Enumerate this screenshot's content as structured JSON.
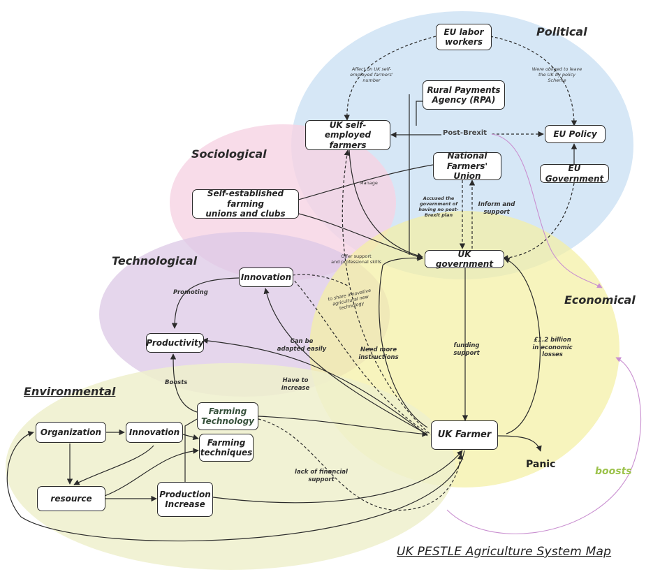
{
  "regions": {
    "political": "Political",
    "sociological": "Sociological",
    "technological": "Technological",
    "economical": "Economical",
    "environmental": "Environmental"
  },
  "nodes": {
    "eu_labor": "EU labor\nworkers",
    "rpa": "Rural Payments\nAgency (RPA)",
    "uk_self_employed": "UK self-employed\nfarmers",
    "eu_policy": "EU Policy",
    "nfu": "National\nFarmers' Union",
    "eu_government": "EU Government",
    "self_unions": "Self-established farming\nunions and clubs",
    "uk_government": "UK government",
    "innovation_tech": "Innovation",
    "productivity": "Productivity",
    "organization": "Organization",
    "innovation_env": "Innovation",
    "farming_technology": "Farming\nTechnology",
    "farming_techniques": "Farming\ntechniques",
    "resource": "resource",
    "production_increase": "Production\nIncrease",
    "uk_farmer": "UK Farmer"
  },
  "edge_labels": {
    "affect": "Affect on UK self-\nemployed farmers'\nnumber",
    "obliged": "Were obliged to leave\nthe UK by policy\nScheme",
    "post_brexit": "Post-Brexit",
    "manage": "Manage",
    "accused": "Accused the\ngovernment of\nhaving no post-\nBrexit plan",
    "inform": "Inform and\nsupport",
    "offer": "Offer support\nand professional skills",
    "promoting": "Promoting",
    "tech_exchange": "to share innovative\nagricultural new\ntechnology",
    "adapted": "Can be\nadapted easily",
    "need_more": "Need more\ninstructions",
    "funding": "funding\nsupport",
    "billion": "£1.2 billion\nin economic\nlosses",
    "boosts_label": "Boosts",
    "have_to": "Have to\nincrease",
    "lack": "lack of financial\nsupport"
  },
  "panic": "Panic",
  "boosts": "boosts",
  "title": "UK PESTLE Agriculture System Map",
  "colors": {
    "political": "#cfe3f4",
    "sociological": "#f6d3e3",
    "technological": "#dcc8e6",
    "economical": "#f4f0a4",
    "environmental": "#eef0cc",
    "boosts_green": "#9cc24b",
    "boosts_arrow": "#c98fd0"
  }
}
